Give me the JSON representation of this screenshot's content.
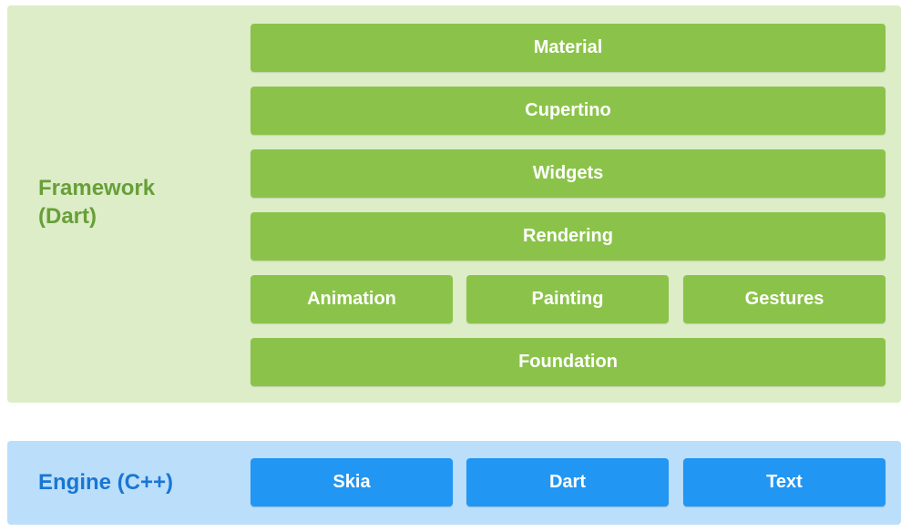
{
  "framework": {
    "label": "Framework\n(Dart)",
    "layers": {
      "material": "Material",
      "cupertino": "Cupertino",
      "widgets": "Widgets",
      "rendering": "Rendering",
      "animation": "Animation",
      "painting": "Painting",
      "gestures": "Gestures",
      "foundation": "Foundation"
    }
  },
  "engine": {
    "label": "Engine (C++)",
    "components": {
      "skia": "Skia",
      "dart": "Dart",
      "text": "Text"
    }
  },
  "colors": {
    "framework_panel": "#dcedc8",
    "framework_label": "#689f38",
    "framework_block": "#8bc34a",
    "engine_panel": "#bbdefb",
    "engine_label": "#1976d2",
    "engine_block": "#2196f3"
  }
}
